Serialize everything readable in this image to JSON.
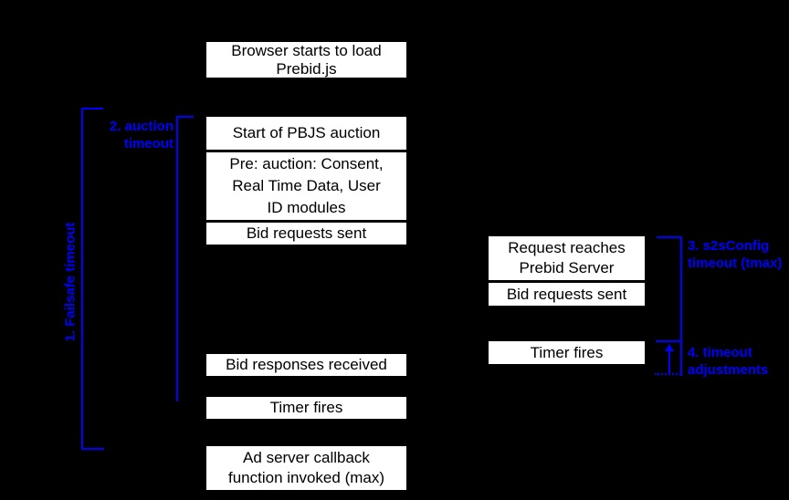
{
  "diagram": {
    "description": "Prebid.js timeout timeline diagram",
    "accent_color": "#0000ff",
    "background_color": "#000000",
    "box_color": "#ffffff",
    "timeline_client": {
      "browser_load": "Browser starts to load\nPrebid.js",
      "start_auction": "Start of PBJS auction",
      "pre_auction": "Pre: auction: Consent,\nReal Time Data, User\nID modules",
      "bid_requests_sent": "Bid requests sent",
      "bid_responses_received": "Bid responses received",
      "timer_fires": "Timer fires",
      "ad_server_callback": "Ad server callback\nfunction invoked (max)"
    },
    "timeline_server": {
      "request_reaches_server": "Request reaches\nPrebid Server",
      "bid_requests_sent": "Bid requests sent",
      "timer_fires": "Timer fires"
    },
    "annotations": {
      "failsafe_timeout": "1. Failsafe timeout",
      "auction_timeout": "2. auction\ntimeout",
      "s2s_timeout": "3. s2sConfig\ntimeout (tmax)",
      "timeout_adjustments": "4. timeout\nadjustments"
    }
  }
}
